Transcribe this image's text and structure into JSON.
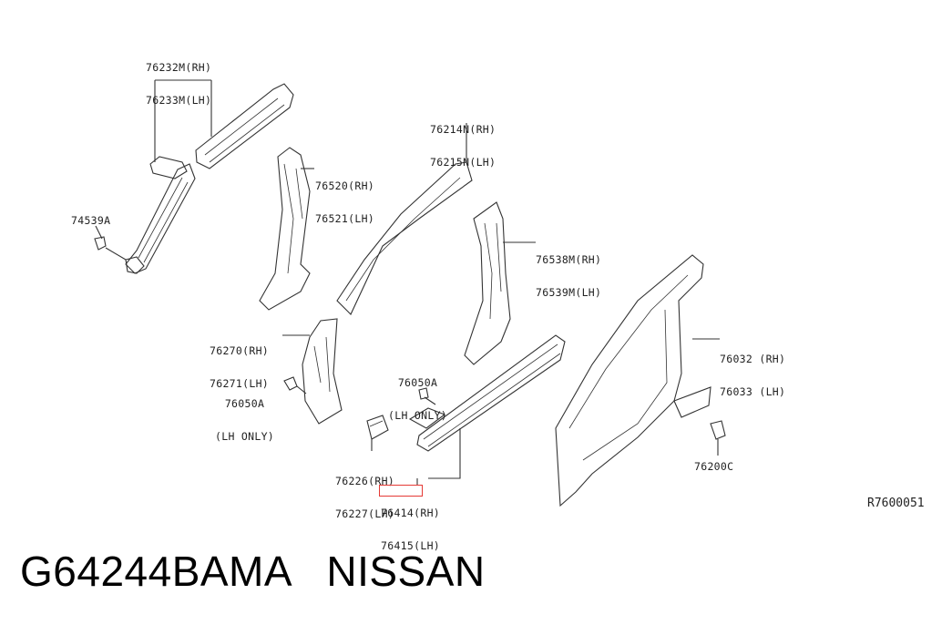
{
  "callouts": {
    "c76232": {
      "rh": "76232M(RH)",
      "lh": "76233M(LH)"
    },
    "c76214": {
      "rh": "76214N(RH)",
      "lh": "76215N(LH)"
    },
    "c76520": {
      "rh": "76520(RH)",
      "lh": "76521(LH)"
    },
    "c74539": {
      "code": "74539A"
    },
    "c76538": {
      "rh": "76538M(RH)",
      "lh": "76539M(LH)"
    },
    "c76270": {
      "rh": "76270(RH)",
      "lh": "76271(LH)"
    },
    "c76050a_left": {
      "code": "76050A",
      "note": "(LH ONLY)"
    },
    "c76050a_right": {
      "code": "76050A",
      "note": "(LH ONLY)"
    },
    "c76032": {
      "rh": "76032 (RH)",
      "lh": "76033 (LH)"
    },
    "c76226": {
      "rh": "76226(RH)",
      "lh": "76227(LH)"
    },
    "c76414": {
      "rh": "76414(RH)",
      "lh": "76415(LH)"
    },
    "c76200": {
      "code": "76200C"
    }
  },
  "highlight_color": "#e53935",
  "diagram_code": "R7600051",
  "part_title": "G64244BAMA   NISSAN"
}
